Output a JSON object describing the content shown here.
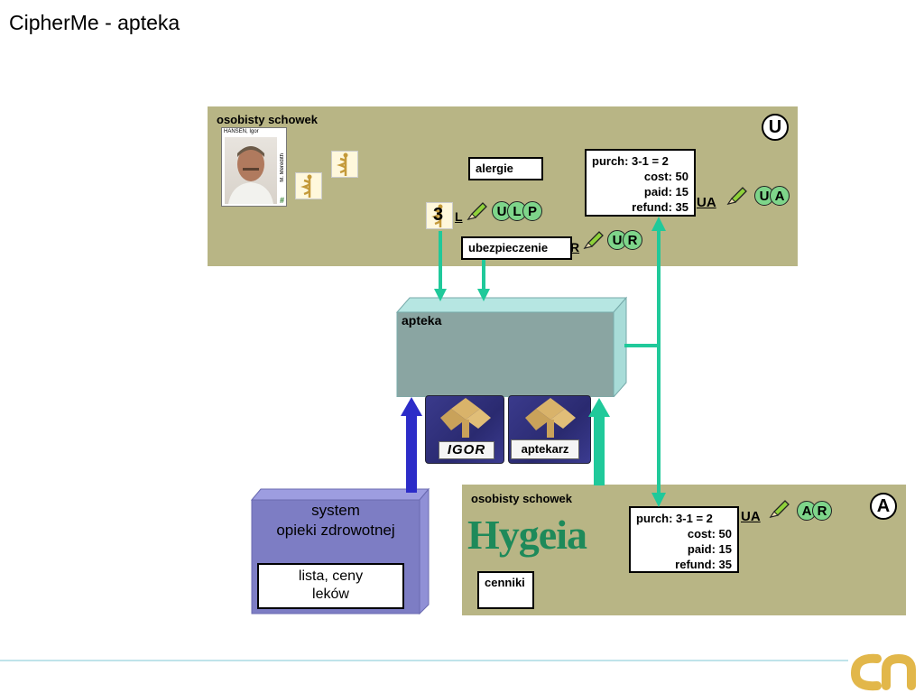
{
  "slide_title": "CipherMe - apteka",
  "user_panel": {
    "label": "osobisty schowek",
    "role_badge": "U",
    "id_card_name": "HANSEN, Igor",
    "id_card_side": "M. Meredith",
    "alergie_label": "alergie",
    "ubezpieczenie_label": "ubezpieczenie",
    "count": "3",
    "l_label": "L",
    "r_label": "R",
    "ua_label": "UA",
    "lup_circles": [
      "U",
      "L",
      "P"
    ],
    "ur_circles": [
      "U",
      "R"
    ],
    "ua_circles": [
      "U",
      "A"
    ],
    "purch": {
      "line1": "purch: 3-1 = 2",
      "cost": "cost: 50",
      "paid": "paid: 15",
      "refund": "refund: 35"
    }
  },
  "pharmacy_box": {
    "label": "apteka",
    "card_left": "IGOR",
    "card_right": "aptekarz"
  },
  "health_system": {
    "title_line1": "system",
    "title_line2": "opieki zdrowotnej",
    "box_line1": "lista, ceny",
    "box_line2": "leków"
  },
  "pharmacist_panel": {
    "label": "osobisty schowek",
    "role_badge": "A",
    "logo_text": "Hygeia",
    "cenniki_label": "cenniki",
    "ua_label": "UA",
    "ar_circles": [
      "A",
      "R"
    ],
    "purch": {
      "line1": "purch: 3-1 = 2",
      "cost": "cost: 50",
      "paid": "paid: 15",
      "refund": "refund: 35"
    }
  },
  "colors": {
    "panel": "#b8b585",
    "arrow_teal": "#20c99a",
    "arrow_blue": "#2c2cc8",
    "pharmacy_box": "#8aa5a2",
    "system_box": "#7d7dc4",
    "circle_green": "#7ed58a"
  },
  "footer_logo": "cn-logo"
}
